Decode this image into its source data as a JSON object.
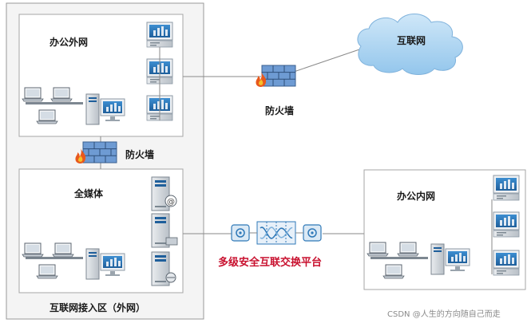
{
  "labels": {
    "office_external_net": "办公外网",
    "internet": "互联网",
    "firewall_right": "防火墙",
    "firewall_left": "防火墙",
    "all_media": "全媒体",
    "office_internal_net": "办公内网",
    "exchange_platform": "多级安全互联交换平台",
    "internet_access_zone": "互联网接入区（外网）"
  },
  "watermark": "CSDN @人生的方向随自己而走",
  "colors": {
    "zone_border": "#9a9a9a",
    "zone_fill": "#f4f4f4",
    "cloud": "#b3d8f2",
    "firewall_brick": "#5b8fc9",
    "flame": "#e8581c",
    "monitor": "#2f79b8",
    "platform_label": "#c8102e"
  },
  "icons": [
    "cloud-icon",
    "firewall-icon",
    "monitor-icon",
    "server-icon",
    "laptop-icon",
    "mail-server-icon",
    "storage-server-icon",
    "media-server-icon",
    "switch-icon",
    "exchange-node-icon"
  ]
}
